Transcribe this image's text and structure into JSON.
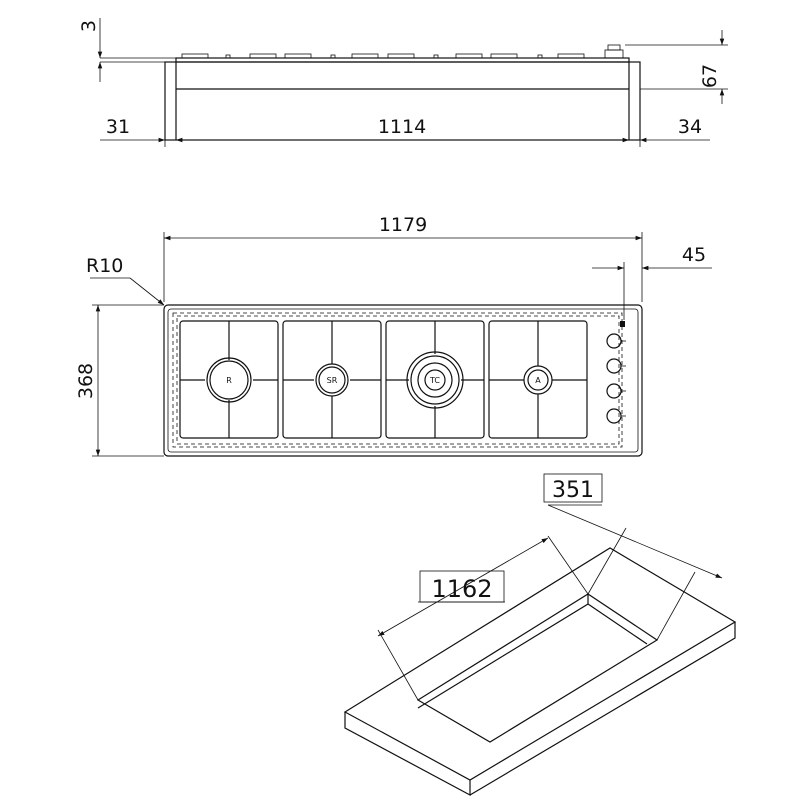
{
  "side_view": {
    "dim_top_thickness": "3",
    "dim_height": "67",
    "dim_left_offset": "31",
    "dim_body_width": "1114",
    "dim_right_offset": "34"
  },
  "top_view": {
    "dim_overall_width": "1179",
    "dim_corner_radius": "R10",
    "dim_knob_offset": "45",
    "dim_depth": "368",
    "burners": [
      {
        "label": "R"
      },
      {
        "label": "SR"
      },
      {
        "label": "TC"
      },
      {
        "label": "A"
      }
    ],
    "knob_count": 4
  },
  "cutout_view": {
    "dim_cutout_depth": "351",
    "dim_cutout_width": "1162"
  }
}
